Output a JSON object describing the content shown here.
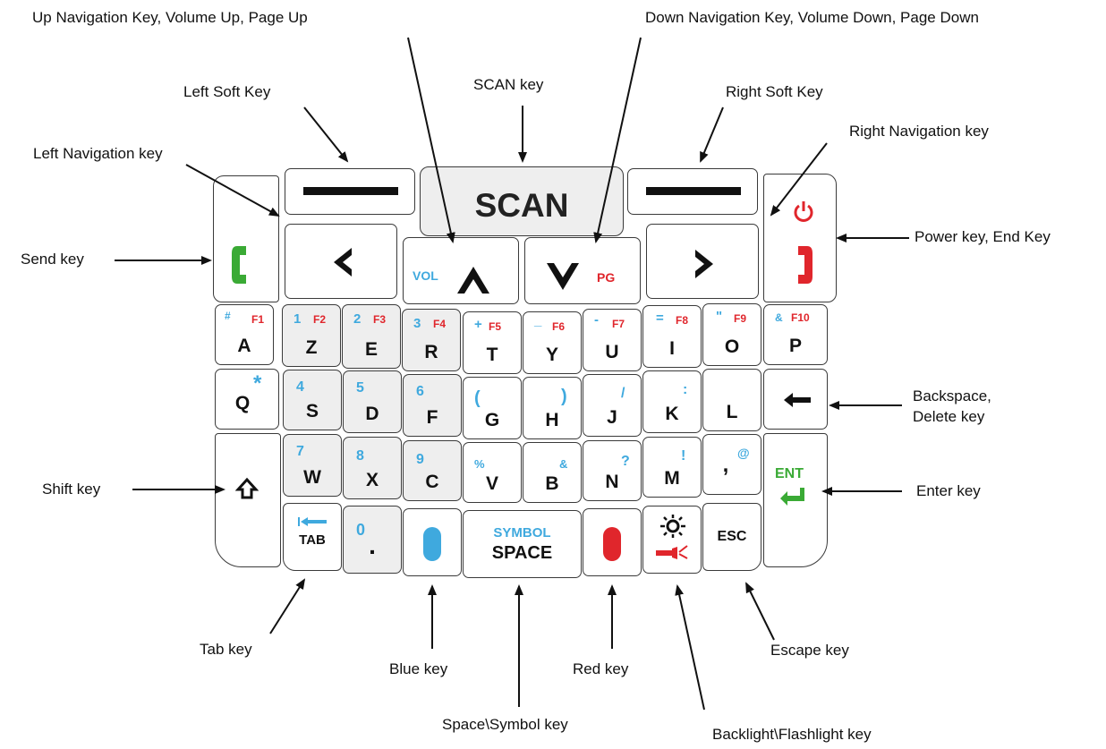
{
  "callouts": {
    "up_nav": "Up Navigation Key, Volume Up, Page Up",
    "down_nav": "Down Navigation Key, Volume Down, Page Down",
    "scan_key": "SCAN key",
    "left_soft": "Left Soft Key",
    "right_soft": "Right Soft Key",
    "left_nav": "Left Navigation key",
    "right_nav": "Right Navigation key",
    "send": "Send key",
    "power_end": "Power key, End Key",
    "backspace_1": "Backspace,",
    "backspace_2": "Delete key",
    "shift": "Shift key",
    "enter": "Enter key",
    "tab": "Tab key",
    "blue": "Blue key",
    "space_symbol": "Space\\Symbol key",
    "red": "Red key",
    "escape": "Escape key",
    "backlight": "Backlight\\Flashlight key"
  },
  "keys": {
    "scan": "SCAN",
    "vol": "VOL",
    "pg": "PG",
    "tab": "TAB",
    "esc": "ESC",
    "ent": "ENT",
    "symbol": "SYMBOL",
    "space": "SPACE",
    "row1": [
      {
        "main": "A",
        "blue": "#",
        "red": "F1"
      },
      {
        "main": "Z",
        "blue": "1",
        "red": "F2"
      },
      {
        "main": "E",
        "blue": "2",
        "red": "F3"
      },
      {
        "main": "R",
        "blue": "3",
        "red": "F4"
      },
      {
        "main": "T",
        "blue": "+",
        "red": "F5"
      },
      {
        "main": "Y",
        "blue": "_",
        "red": "F6"
      },
      {
        "main": "U",
        "blue": "-",
        "red": "F7"
      },
      {
        "main": "I",
        "blue": "=",
        "red": "F8"
      },
      {
        "main": "O",
        "blue": "\"",
        "red": "F9"
      },
      {
        "main": "P",
        "blue": "&",
        "red": "F10"
      }
    ],
    "row2": [
      {
        "main": "Q",
        "blue": "*"
      },
      {
        "main": "S",
        "blue": "4"
      },
      {
        "main": "D",
        "blue": "5"
      },
      {
        "main": "F",
        "blue": "6"
      },
      {
        "main": "G",
        "blue": "("
      },
      {
        "main": "H",
        "blue": ")"
      },
      {
        "main": "J",
        "blue": "/"
      },
      {
        "main": "K",
        "blue": ":"
      },
      {
        "main": "L",
        "blue": ""
      }
    ],
    "row3": [
      {
        "main": "W",
        "blue": "7"
      },
      {
        "main": "X",
        "blue": "8"
      },
      {
        "main": "C",
        "blue": "9"
      },
      {
        "main": "V",
        "blue": "%"
      },
      {
        "main": "B",
        "blue": "&"
      },
      {
        "main": "N",
        "blue": "?"
      },
      {
        "main": "M",
        "blue": "!"
      },
      {
        "main": ",",
        "blue": "@"
      }
    ],
    "row4_zero": "0",
    "row4_dot": "."
  },
  "colors": {
    "blue_function": "#3fa9de",
    "red_function": "#e0262c",
    "send_green": "#3aaa35",
    "key_grey": "#eeeeee"
  }
}
